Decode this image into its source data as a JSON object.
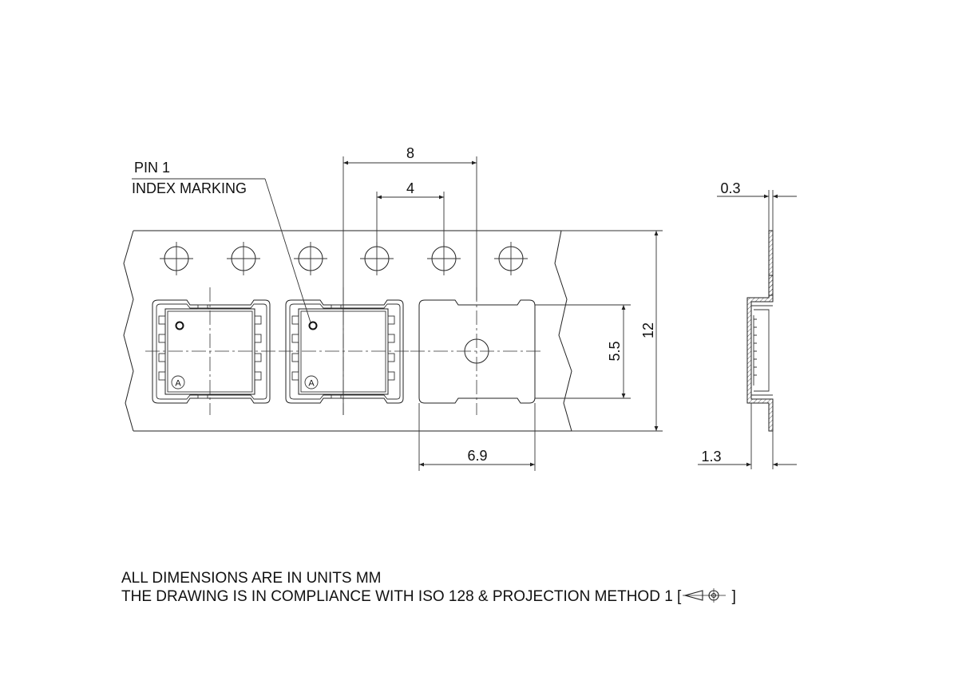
{
  "labels": {
    "pin1_line1": "PIN 1",
    "pin1_line2": "INDEX MARKING",
    "pin_marker": "A"
  },
  "dimensions": {
    "pitch_sprocket": "8",
    "pitch_pocket": "4",
    "tape_width": "12",
    "pocket_height": "5.5",
    "pocket_width": "6.9",
    "tape_thickness": "0.3",
    "pocket_depth": "1.3"
  },
  "notes": {
    "units": "ALL DIMENSIONS ARE IN UNITS MM",
    "standard_prefix": "THE DRAWING IS IN COMPLIANCE WITH ISO 128 & PROJECTION METHOD 1 [",
    "standard_suffix": " ]",
    "projection_icon": "first-angle-projection-icon"
  }
}
